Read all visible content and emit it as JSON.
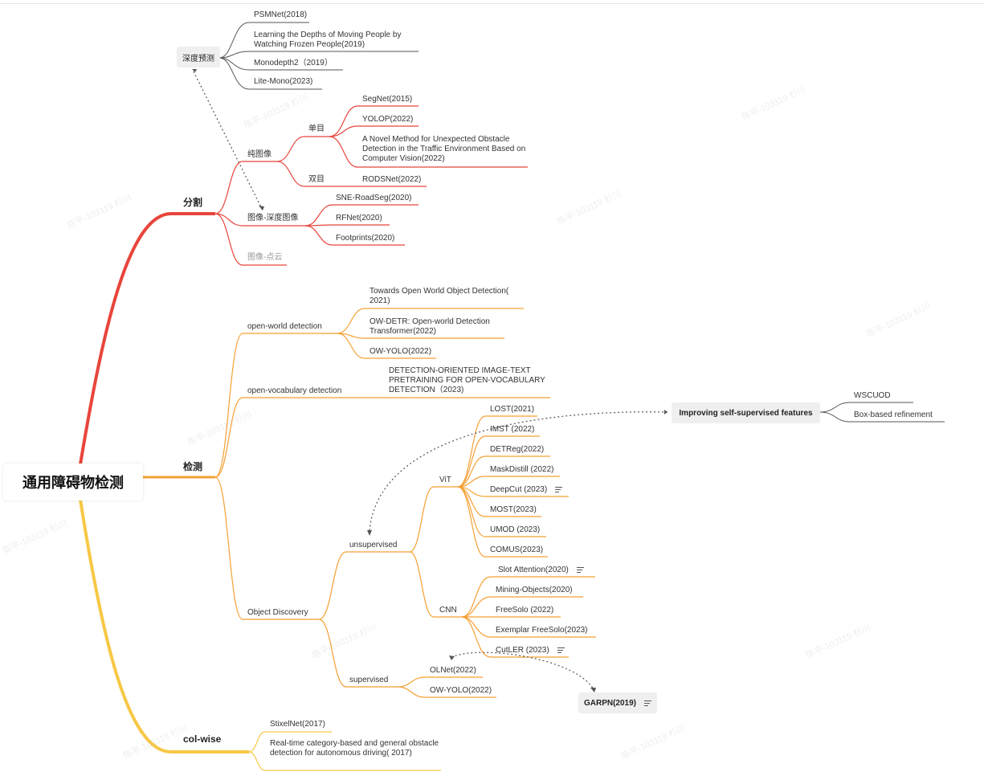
{
  "root": {
    "label": "通用障碍物检测"
  },
  "watermark": "陈平-103119 杉川",
  "branches": {
    "depth": {
      "label": "深度预测",
      "items": [
        "PSMNet(2018)",
        "Learning the Depths of Moving People by Watching Frozen People(2019)",
        "Monodepth2（2019）",
        "Lite-Mono(2023)"
      ]
    },
    "seg": {
      "label": "分割",
      "pure_image": {
        "label": "纯图像",
        "mono": {
          "label": "单目",
          "items": [
            "SegNet(2015)",
            "YOLOP(2022)",
            "A Novel Method for Unexpected Obstacle Detection in the Traffic Environment Based on Computer Vision(2022)"
          ]
        },
        "stereo": {
          "label": "双目",
          "items": [
            "RODSNet(2022)"
          ]
        }
      },
      "image_depth": {
        "label": "图像-深度图像",
        "items": [
          "SNE-RoadSeg(2020)",
          "RFNet(2020)",
          "Footprints(2020)"
        ]
      },
      "image_pointcloud": {
        "label": "图像-点云"
      }
    },
    "det": {
      "label": "检测",
      "open_world": {
        "label": "open-world detection",
        "items": [
          "Towards Open World Object Detection( 2021)",
          "OW-DETR: Open-world Detection Transformer(2022)",
          "OW-YOLO(2022)"
        ]
      },
      "open_vocab": {
        "label": "open-vocabulary detection",
        "items": [
          "DETECTION-ORIENTED IMAGE-TEXT PRETRAINING FOR OPEN-VOCABULARY DETECTION（2023)"
        ]
      },
      "discovery": {
        "label": "Object Discovery",
        "unsupervised": {
          "label": "unsupervised",
          "vit": {
            "label": "ViT",
            "items": [
              "LOST(2021)",
              "IMST (2022)",
              "DETReg(2022)",
              "MaskDistill (2022)",
              "DeepCut (2023)",
              "MOST(2023)",
              "UMOD (2023)",
              "COMUS(2023)"
            ]
          },
          "cnn": {
            "label": "CNN",
            "items": [
              "Slot Attention(2020)",
              "Mining-Objects(2020)",
              "FreeSolo (2022)",
              "Exemplar FreeSolo(2023)",
              "CutLER (2023)"
            ]
          }
        },
        "supervised": {
          "label": "supervised",
          "items": [
            "OLNet(2022)",
            "OW-YOLO(2022)"
          ]
        }
      }
    },
    "colwise": {
      "label": "col-wise",
      "items": [
        "StixelNet(2017)",
        "Real-time category-based and general obstacle detection for autonomous driving( 2017)"
      ]
    }
  },
  "floating": {
    "improve": {
      "label": "Improving self-supervised features",
      "items": [
        "WSCUOD",
        "Box-based refinement"
      ]
    },
    "garpn": {
      "label": "GARPN(2019)"
    }
  },
  "colors": {
    "red": "#e8453c",
    "orange": "#f5a033",
    "yellow": "#f7c846",
    "grey": "#555555"
  }
}
